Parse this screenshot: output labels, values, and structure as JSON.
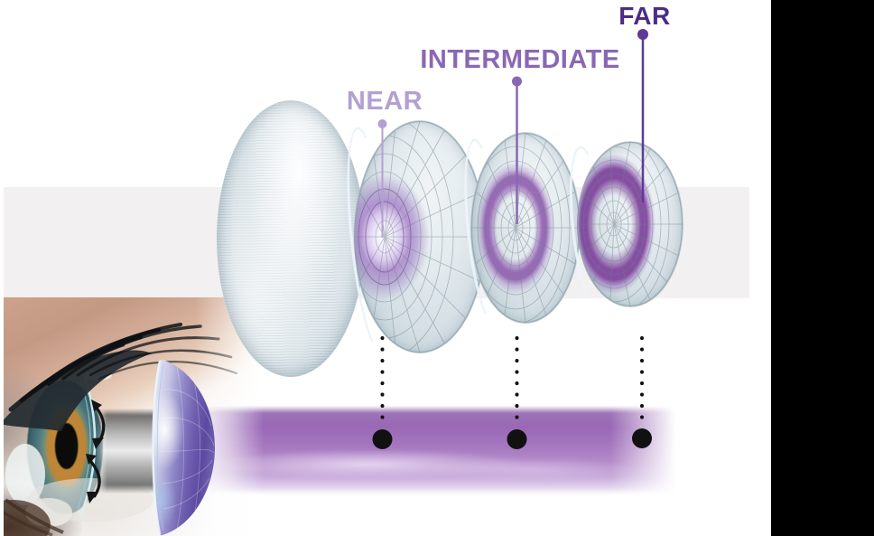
{
  "diagram": {
    "subject": "multifocal-contact-lens-zones",
    "labels": {
      "near": "NEAR",
      "intermediate": "INTERMEDIATE",
      "far": "FAR"
    }
  },
  "colors": {
    "near": "#b3a0d2",
    "intermediate": "#8a67b4",
    "far": "#4b2c87",
    "far_line": "#5d3a96",
    "marker_black": "#111111",
    "gray_band": "#f2f0f1",
    "side_bar": "#000000",
    "beam_purple": "#a273bd",
    "lens_tint": "#d7e1e6",
    "grid_line": "#6e808b",
    "ring_purple": "#8f5fae"
  }
}
